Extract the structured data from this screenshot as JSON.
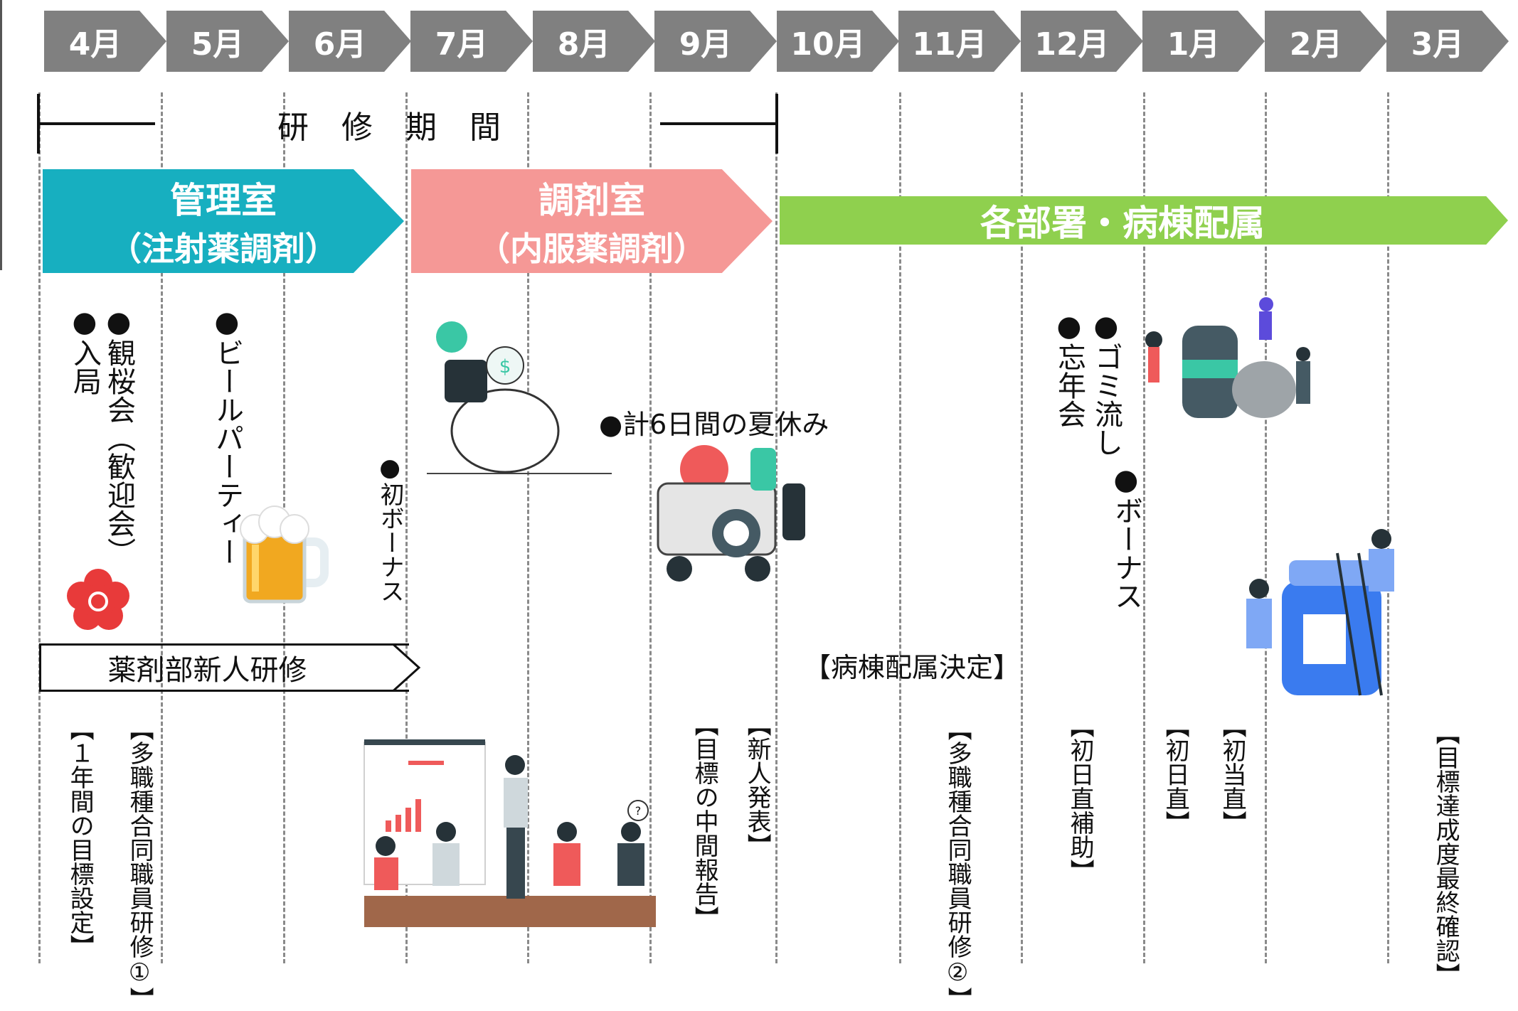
{
  "months": [
    "4月",
    "5月",
    "6月",
    "7月",
    "8月",
    "9月",
    "10月",
    "11月",
    "12月",
    "1月",
    "2月",
    "3月"
  ],
  "training_period_label": "研修期間",
  "phases": [
    {
      "line1": "管理室",
      "line2": "（注射薬調剤）",
      "color": "#17afc0"
    },
    {
      "line1": "調剤室",
      "line2": "（内服薬調剤）",
      "color": "#f59896"
    },
    {
      "line1": "各部署・病棟配属",
      "color": "#8fd04e"
    }
  ],
  "events": {
    "nyukyoku": "●入局",
    "kanoukai": "●観桜会（歓迎会）",
    "beer_party": "●ビールパーティー",
    "first_bonus": "●初ボーナス",
    "summer_vacation": "●計6日間の夏休み",
    "gomi_nagashi": "●ゴミ流し",
    "bounenkai": "●忘年会",
    "bonus": "●ボーナス"
  },
  "new_staff_training": "薬剤部新人研修",
  "ward_assignment": "【病棟配属決定】",
  "milestones": {
    "annual_goal": "【１年間の目標設定】",
    "multi_training_1": "【多職種合同職員研修①】",
    "mid_report": "【目標の中間報告】",
    "new_staff_presentation": "【新人発表】",
    "multi_training_2": "【多職種合同職員研修②】",
    "night_assist": "【初日直補助】",
    "first_day_duty": "【初日直】",
    "first_night_duty": "【初当直】",
    "final_check": "【目標達成度最終確認】"
  },
  "colors": {
    "month_bg": "#808080",
    "dash": "#8a8a8a"
  },
  "illustrations": [
    "flower-icon",
    "beer-mug-icon",
    "piggy-bank-icon",
    "car-travel-icon",
    "party-illustration-icon",
    "presentation-illustration-icon",
    "medicine-bottle-icon"
  ]
}
